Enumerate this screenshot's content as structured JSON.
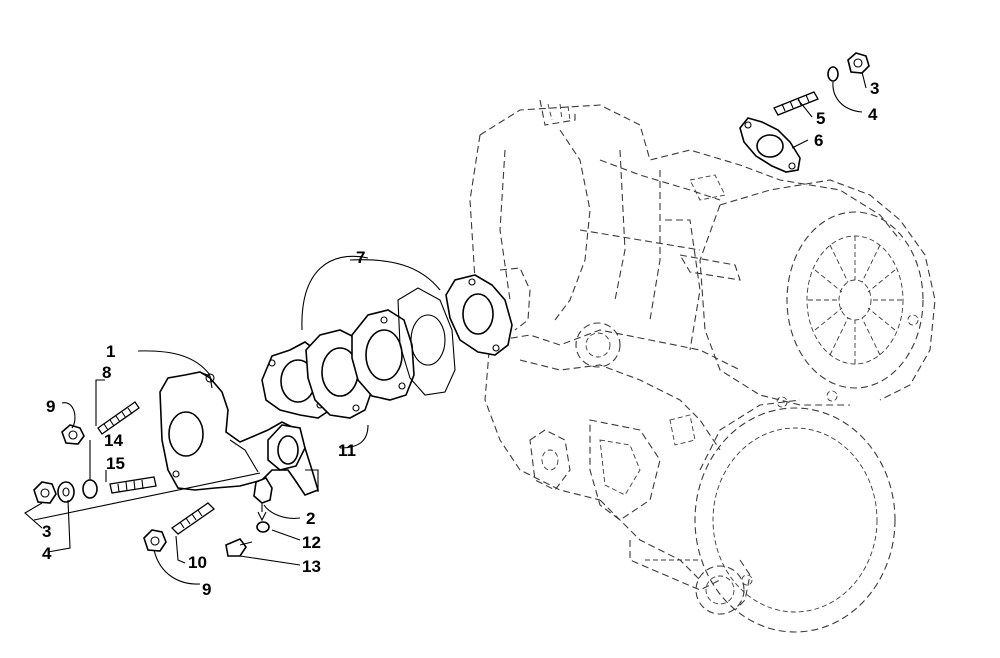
{
  "callouts": [
    {
      "id": "c1",
      "text": "1"
    },
    {
      "id": "c2",
      "text": "2"
    },
    {
      "id": "c3a",
      "text": "3"
    },
    {
      "id": "c3b",
      "text": "3"
    },
    {
      "id": "c4a",
      "text": "4"
    },
    {
      "id": "c4b",
      "text": "4"
    },
    {
      "id": "c5",
      "text": "5"
    },
    {
      "id": "c6",
      "text": "6"
    },
    {
      "id": "c7",
      "text": "7"
    },
    {
      "id": "c8",
      "text": "8"
    },
    {
      "id": "c9a",
      "text": "9"
    },
    {
      "id": "c9b",
      "text": "9"
    },
    {
      "id": "c10",
      "text": "10"
    },
    {
      "id": "c11",
      "text": "11"
    },
    {
      "id": "c12",
      "text": "12"
    },
    {
      "id": "c13",
      "text": "13"
    },
    {
      "id": "c14",
      "text": "14"
    },
    {
      "id": "c15",
      "text": "15"
    }
  ]
}
